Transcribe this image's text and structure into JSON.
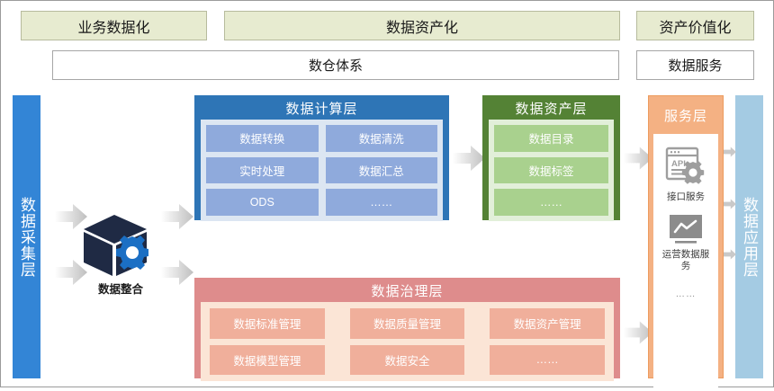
{
  "header": {
    "phases": [
      {
        "label": "业务数据化"
      },
      {
        "label": "数据资产化"
      },
      {
        "label": "资产价值化"
      }
    ],
    "systems": [
      {
        "label": "数仓体系"
      },
      {
        "label": "数据服务"
      }
    ]
  },
  "pillars": {
    "collect": {
      "label": "数据采集层"
    },
    "application": {
      "label": "数据应用层"
    }
  },
  "integration": {
    "label": "数据整合",
    "icon": "cube-gear-icon"
  },
  "layers": {
    "compute": {
      "title": "数据计算层",
      "items": [
        "数据转换",
        "数据清洗",
        "实时处理",
        "数据汇总",
        "ODS",
        "……"
      ]
    },
    "asset": {
      "title": "数据资产层",
      "items": [
        "数据目录",
        "数据标签",
        "……"
      ]
    },
    "governance": {
      "title": "数据治理层",
      "items": [
        "数据标准管理",
        "数据质量管理",
        "数据资产管理",
        "数据模型管理",
        "数据安全",
        "……"
      ]
    },
    "service": {
      "title": "服务层",
      "items": [
        {
          "label": "接口服务",
          "icon": "api-window-gear-icon"
        },
        {
          "label": "运营数据服务",
          "icon": "monitor-chart-icon"
        },
        {
          "label": "……",
          "icon": "ellipsis-icon"
        }
      ]
    }
  },
  "colors": {
    "phase_bg": "#E7EBD0",
    "collect_blue": "#3385D6",
    "application_blue": "#A4CBE3",
    "compute_blue": "#2E75B6",
    "compute_chip": "#8FAADC",
    "asset_green": "#548235",
    "asset_chip": "#A9D18E",
    "governance_red": "#DE8C8C",
    "governance_chip": "#F0AF9B",
    "service_orange": "#F4B183",
    "arrow_gray": "#C8C8C8"
  }
}
